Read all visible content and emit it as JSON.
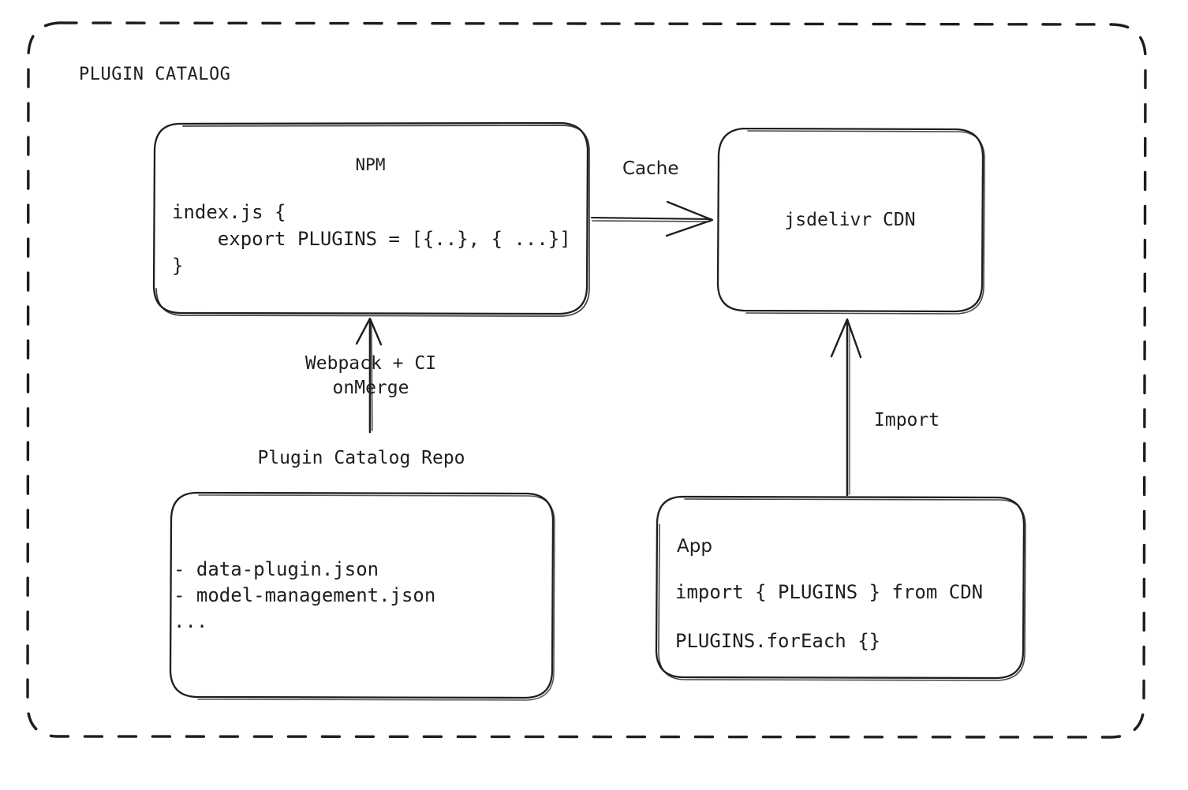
{
  "diagram": {
    "title": "PLUGIN CATALOG",
    "stroke_color": "#1e1e1e",
    "background_color": "#ffffff"
  },
  "nodes": {
    "npm": {
      "title": "NPM",
      "code": "index.js {\n    export PLUGINS = [{..}, { ...}]\n}"
    },
    "cdn": {
      "title": "jsdelivr CDN"
    },
    "repo": {
      "caption": "Plugin Catalog Repo",
      "files": "- data-plugin.json\n- model-management.json\n..."
    },
    "app": {
      "title": "App",
      "line1": "import { PLUGINS } from CDN",
      "line2": "PLUGINS.forEach {}"
    }
  },
  "edges": {
    "cache": {
      "label": "Cache",
      "from": "npm",
      "to": "cdn"
    },
    "webpack": {
      "label": "Webpack + CI\nonMerge",
      "from": "repo",
      "to": "npm"
    },
    "import": {
      "label": "Import",
      "from": "app",
      "to": "cdn"
    }
  }
}
